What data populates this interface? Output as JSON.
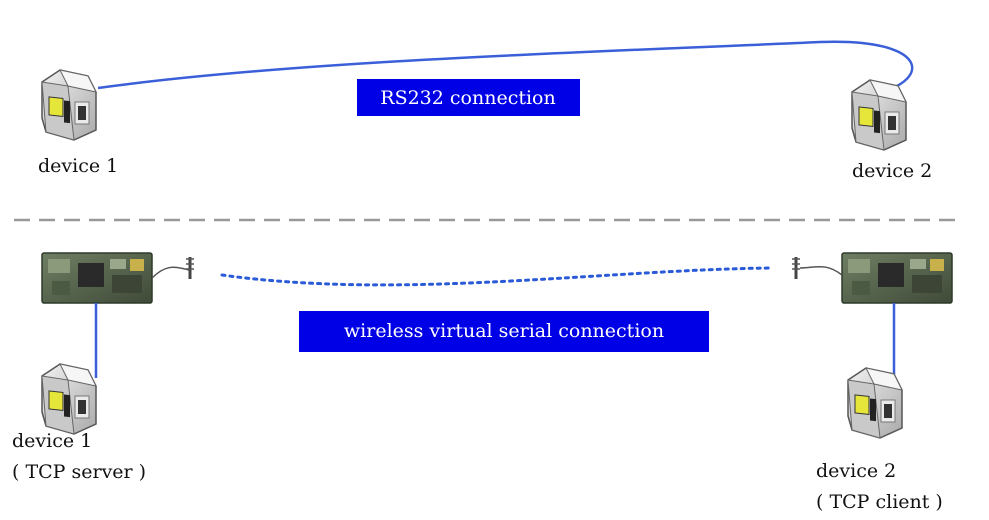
{
  "top": {
    "device_left": "device 1",
    "device_right": "device 2",
    "connection_label": "RS232 connection"
  },
  "bottom": {
    "device_left": "device 1",
    "device_left_role": "( TCP server )",
    "device_right": "device 2",
    "device_right_role": "( TCP client )",
    "connection_label": "wireless virtual serial connection"
  },
  "colors": {
    "cable": "#3a5fd9",
    "label_box": "#0000e6",
    "separator": "#999999",
    "wireless_dots": "#2a5ad8",
    "device_body": "#d8d8d8",
    "device_screen": "#e0e030",
    "board": "#5a6a50"
  },
  "icons": {
    "device": "terminal-device-icon",
    "module": "wifi-module-icon",
    "antenna": "antenna-icon"
  }
}
